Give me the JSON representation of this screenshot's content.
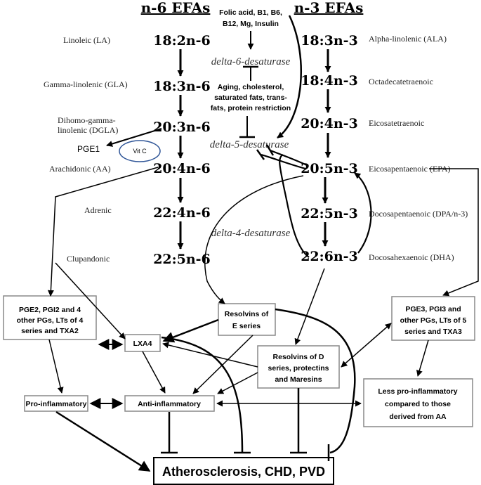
{
  "headers": {
    "n6": "n-6 EFAs",
    "n3": "n-3 EFAs"
  },
  "n6_acids": [
    {
      "formula": "18:2n-6",
      "name": "Linoleic (LA)"
    },
    {
      "formula": "18:3n-6",
      "name": "Gamma-linolenic (GLA)"
    },
    {
      "formula": "20:3n-6",
      "name_line1": "Dihomo-gamma-",
      "name_line2": "linolenic (DGLA)"
    },
    {
      "formula": "20:4n-6",
      "name": "Arachidonic (AA)"
    },
    {
      "formula": "22:4n-6",
      "name": "Adrenic"
    },
    {
      "formula": "22:5n-6",
      "name": "Clupandonic"
    }
  ],
  "n3_acids": [
    {
      "formula": "18:3n-3",
      "name": "Alpha-linolenic (ALA)"
    },
    {
      "formula": "18:4n-3",
      "name": "Octadecatetraenoic"
    },
    {
      "formula": "20:4n-3",
      "name": "Eicosatetraenoic"
    },
    {
      "formula": "20:5n-3",
      "name": "Eicosapentaenoic (EPA)"
    },
    {
      "formula": "22:5n-3",
      "name": "Docosapentaenoic (DPA/n-3)"
    },
    {
      "formula": "22:6n-3",
      "name": "Docosahexaenoic (DHA)"
    }
  ],
  "enzymes": {
    "d6": "delta-6-desaturase",
    "d5": "delta-5-desaturase",
    "d4": "delta-4-desaturase"
  },
  "cofactors": [
    "Folic acid, B1, B6,",
    "B12, Mg, Insulin"
  ],
  "inhibitors": [
    "Aging, cholesterol,",
    "saturated fats, trans-",
    "fats, protein restriction"
  ],
  "pge1": "PGE1",
  "vitc": "Vit C",
  "boxes": {
    "pg4": [
      "PGE2, PGI2 and 4",
      "other PGs, LTs of 4",
      "series and TXA2"
    ],
    "lxa4": "LXA4",
    "resolvins_e": [
      "Resolvins of",
      "E series"
    ],
    "resolvins_d": [
      "Resolvins of D",
      "series, protectins",
      "and Maresins"
    ],
    "pg3": [
      "PGE3, PGI3 and",
      "other PGs, LTs of 5",
      "series and TXA3"
    ],
    "pro": "Pro-inflammatory",
    "anti": "Anti-inflammatory",
    "less": [
      "Less pro-inflammatory",
      "compared to those",
      "derived from AA"
    ],
    "outcome": "Atherosclerosis, CHD, PVD"
  }
}
